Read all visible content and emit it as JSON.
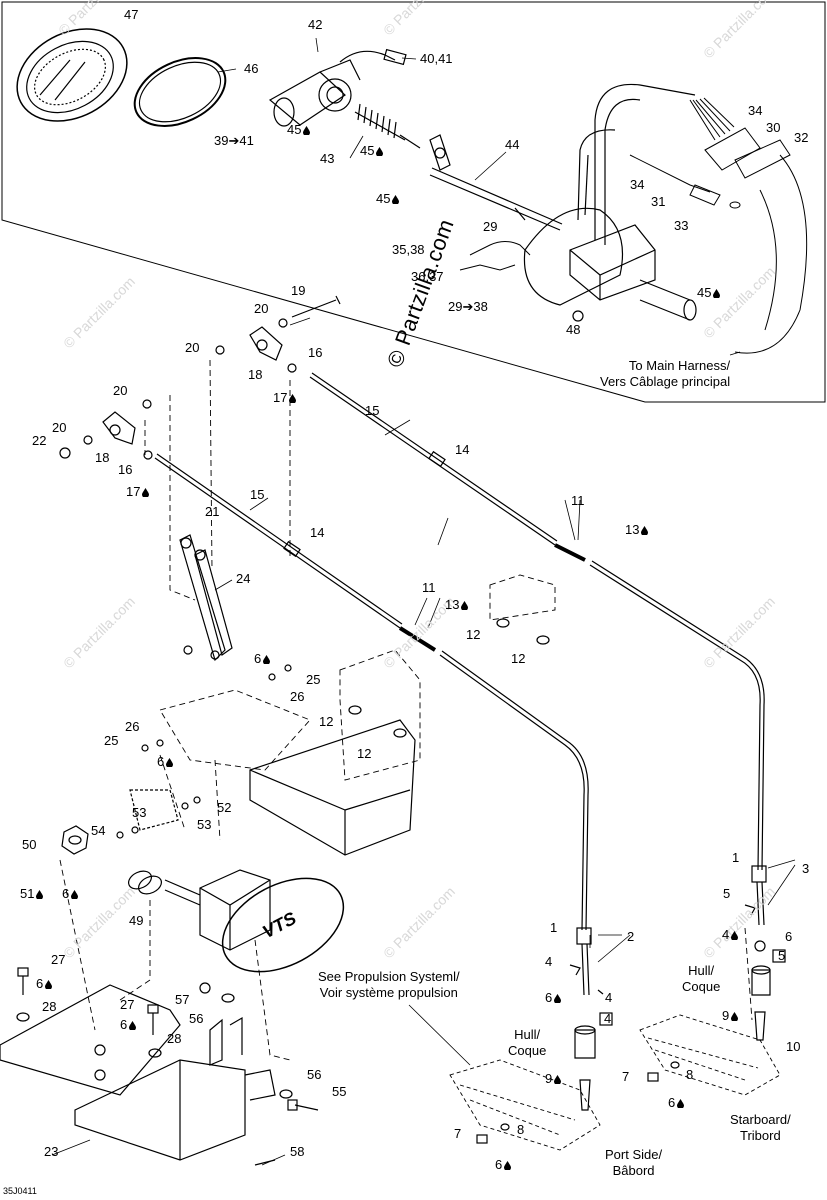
{
  "watermark": {
    "brand": "© Partzilla.com",
    "main": "© Partzilla.com"
  },
  "diagram_code": "35J0411",
  "notes": {
    "main_harness": "To Main Harness/\nVers Câblage principal",
    "propulsion": "See Propulsion Systeml/\nVoir système propulsion",
    "hull_port": "Hull/\nCoque",
    "hull_starboard": "Hull/\nCoque",
    "port_side": "Port Side/\nBâbord",
    "starboard": "Starboard/\nTribord"
  },
  "vts_logo_text": "VTS",
  "callouts": [
    "47",
    "46",
    "42",
    "40,41",
    "39➔41",
    "45",
    "43",
    "45",
    "44",
    "45",
    "34",
    "30",
    "32",
    "34",
    "31",
    "33",
    "29",
    "35,38",
    "36,37",
    "29➔38",
    "48",
    "45",
    "19",
    "20",
    "20",
    "16",
    "18",
    "17",
    "15",
    "20",
    "20",
    "22",
    "18",
    "16",
    "17",
    "14",
    "15",
    "21",
    "14",
    "11",
    "13",
    "24",
    "11",
    "13",
    "12",
    "12",
    "6",
    "25",
    "26",
    "12",
    "26",
    "25",
    "6",
    "12",
    "53",
    "52",
    "54",
    "53",
    "50",
    "51",
    "6",
    "49",
    "1",
    "2",
    "1",
    "3",
    "4",
    "6",
    "4",
    "5",
    "4",
    "6",
    "4",
    "5",
    "9",
    "10",
    "27",
    "6",
    "28",
    "27",
    "6",
    "57",
    "56",
    "28",
    "9",
    "8",
    "7",
    "6",
    "56",
    "55",
    "7",
    "8",
    "6",
    "23",
    "58"
  ],
  "icons": {
    "lubricant": "oil-drop-icon"
  }
}
